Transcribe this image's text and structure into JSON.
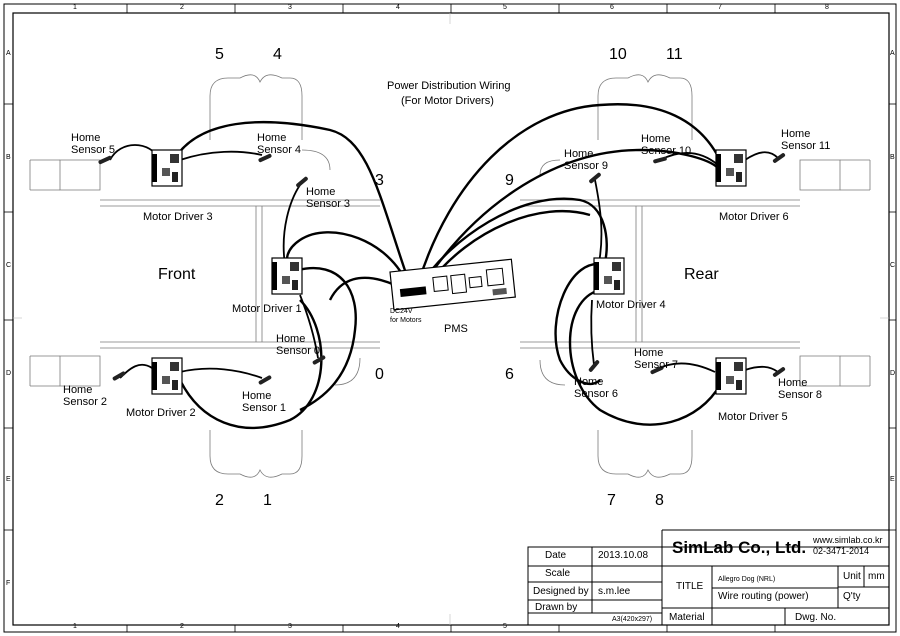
{
  "diagram": {
    "title_line1": "Power Distribution Wiring",
    "title_line2": "(For Motor Drivers)",
    "front_label": "Front",
    "rear_label": "Rear",
    "leg_numbers": [
      "5",
      "4",
      "10",
      "11",
      "2",
      "1",
      "7",
      "8",
      "3",
      "9",
      "0",
      "6"
    ],
    "motor_drivers": [
      "Motor Driver 1",
      "Motor Driver 2",
      "Motor Driver 3",
      "Motor Driver 4",
      "Motor Driver 5",
      "Motor Driver 6"
    ],
    "home_sensors": [
      [
        "Home",
        "Sensor 0"
      ],
      [
        "Home",
        "Sensor 1"
      ],
      [
        "Home",
        "Sensor 2"
      ],
      [
        "Home",
        "Sensor 3"
      ],
      [
        "Home",
        "Sensor 4"
      ],
      [
        "Home",
        "Sensor 5"
      ],
      [
        "Home",
        "Sensor 6"
      ],
      [
        "Home",
        "Sensor 7"
      ],
      [
        "Home",
        "Sensor 8"
      ],
      [
        "Home",
        "Sensor 9"
      ],
      [
        "Home",
        "Sensor 10"
      ],
      [
        "Home",
        "Sensor 11"
      ]
    ],
    "pms_label": "PMS",
    "dc_label_line1": "DC24V",
    "dc_label_line2": "for Motors"
  },
  "border": {
    "columns": [
      "1",
      "2",
      "3",
      "4",
      "5",
      "6",
      "7",
      "8"
    ],
    "rows": [
      "A",
      "B",
      "C",
      "D",
      "E",
      "F"
    ]
  },
  "title_block": {
    "company": "SimLab Co., Ltd.",
    "website": "www.simlab.co.kr",
    "phone": "02-3471-2014",
    "date_label": "Date",
    "date_value": "2013.10.08",
    "scale_label": "Scale",
    "designed_label": "Designed by",
    "designed_value": "s.m.lee",
    "drawn_label": "Drawn by",
    "title_label": "TITLE",
    "project": "Allegro Dog (NRL)",
    "drawing_title": "Wire routing (power)",
    "unit_label": "Unit",
    "unit_value": "mm",
    "qty_label": "Q'ty",
    "material_label": "Material",
    "dwg_label": "Dwg. No.",
    "sheet_size": "A3(420x297)"
  }
}
